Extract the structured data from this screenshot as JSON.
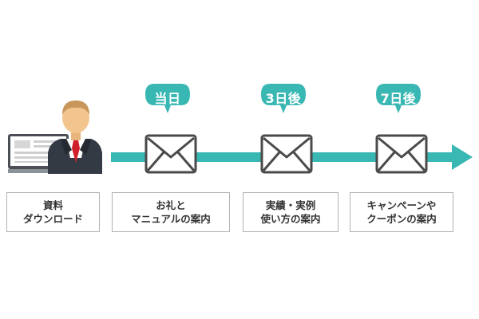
{
  "colors": {
    "teal": "#39b7b3",
    "teal_dark": "#2c9f9c",
    "envelope_stroke": "#4a4a4a",
    "label_border": "#b3b3b3",
    "label_text": "#333333"
  },
  "steps": [
    {
      "label": "資料\nダウンロード"
    },
    {
      "bubble": "当日",
      "label": "お礼と\nマニュアルの案内"
    },
    {
      "bubble": "3日後",
      "label": "実績・実例\n使い方の案内"
    },
    {
      "bubble": "7日後",
      "label": "キャンペーンや\nクーポンの案内"
    }
  ],
  "icons": {
    "person": "businessman-computer-icon",
    "envelope": "envelope-icon",
    "bubble": "speech-bubble-icon",
    "arrow": "timeline-arrow-icon"
  }
}
